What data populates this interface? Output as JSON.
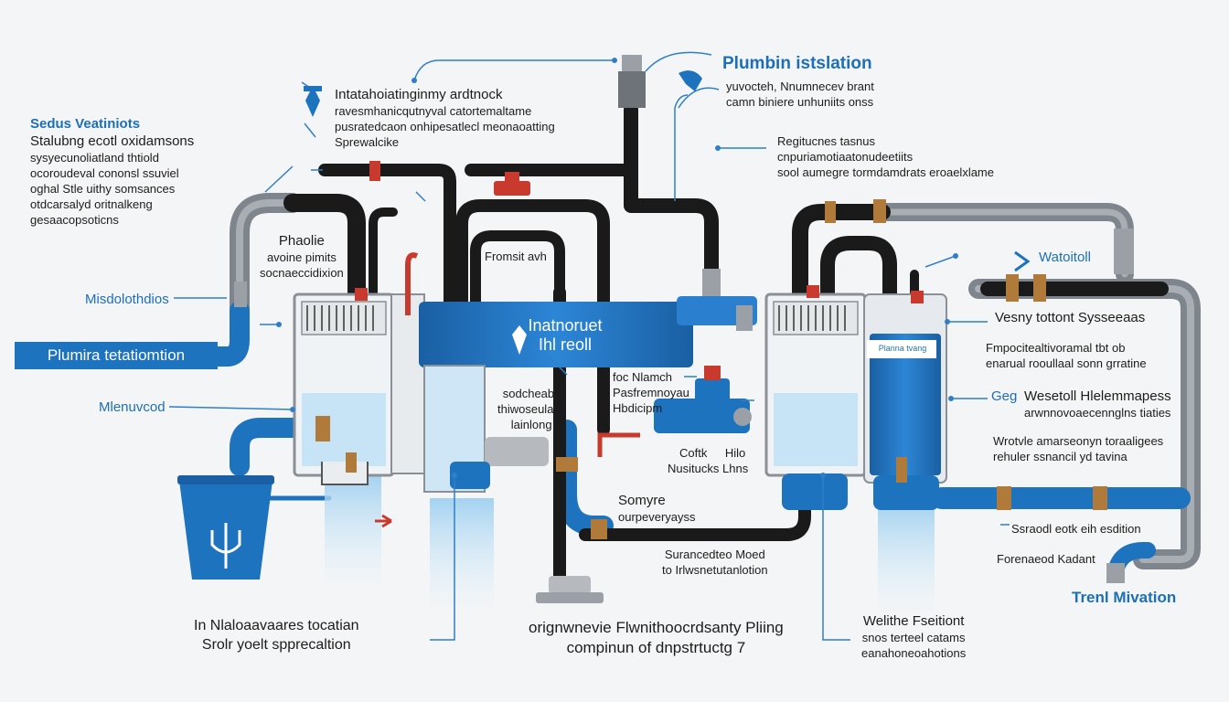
{
  "title": "Plumbin istslation",
  "colors": {
    "pipe_dark": "#1a1a1a",
    "pipe_gray": "#8a8f96",
    "pipe_blue": "#1e73be",
    "water_light": "#bfe0f6",
    "valve_red": "#c93a2e",
    "brass": "#b07a3a",
    "label_blue": "#1d6fb8",
    "text_dark": "#1c1c1c"
  },
  "labels": {
    "top_left_heading": "Sedus Veatiniots",
    "top_left_lines": [
      "Stalubng ecotl oxidamsons",
      "sysyecunoliatland thtiold",
      "ocoroudeval cononsl ssuviel",
      "oghal Stle uithy somsances",
      "otdcarsalyd oritnalkeng",
      "gesaacopsoticns"
    ],
    "top_center_lines": [
      "Intatahoiatinginmy ardtnock",
      "ravesmhanicqutnyval catortemaltame",
      "pusratedcaon onhipesatlecl meonaoatting",
      "Sprewalcike"
    ],
    "top_right_lines": [
      "yuvocteh, Nnumnecev brant",
      "camn biniere unhuniits onss"
    ],
    "upper_right_lines": [
      "Regitucnes tasnus",
      "cnpuriamotiaatonudeetiits",
      "sool aumegre tormdamdrats eroaelxlame"
    ],
    "left_mid": "Misdolothdios",
    "banner": "Plumira tetatiomtion",
    "left_lower": "Mlenuvcod",
    "phaolie_lines": [
      "Phaolie",
      "avoine pimits",
      "socnaeccidixion"
    ],
    "frensit": "Fromsit avh",
    "tank_lines": [
      "Inatnoruet",
      "Ihl reoll"
    ],
    "center_left_lines": [
      "sodcheabs",
      "thiwoseulalie",
      "lainlong"
    ],
    "center_right_lines": [
      "foc Nlamch",
      "Pasfremnoyau",
      "Hbdicipm"
    ],
    "coftk_lines": [
      "Coftk",
      "Nusitucks"
    ],
    "hilo_lines": [
      "Hilo",
      "Lhns"
    ],
    "somyre_lines": [
      "Somyre",
      "ourpeveryayss"
    ],
    "suranod_lines": [
      "Surancedteo Moed",
      "to Irlwsnetutanlotion"
    ],
    "bottom_center_lines": [
      "orignwnevie Flwnithoocrdsanty Pliing",
      "compinun of dnpstrtuctg 7"
    ],
    "bottom_left_lines": [
      "In Nlaloaavaares tocatian",
      "Srolr yoelt spprecaltion"
    ],
    "bottom_right_lines": [
      "Welithe Fseitiont",
      "snos terteel catams",
      "eanahoneoahotions"
    ],
    "right_watoll": "Watoitoll",
    "right_vesny": "Vesny tottont Sysseeaas",
    "right_fop_lines": [
      "Fmpocitealtivoramal tbt ob",
      "enarual rooullaal sonn grratine"
    ],
    "right_wesel_lines": [
      "Wesetoll Hlelemmapess",
      "arwnnovoaecennglns tiaties"
    ],
    "right_geg": "Geg",
    "right_wrota_lines": [
      "Wrotvle amarseonyn toraaligees",
      "rehuler ssnancil yd tavina"
    ],
    "right_ssaod": "Ssraodl eotk eih esdition",
    "right_forenad": "Forenaeod Kadant",
    "trenl": "Trenl Mivation",
    "tank_tag": "Planna tvang"
  }
}
